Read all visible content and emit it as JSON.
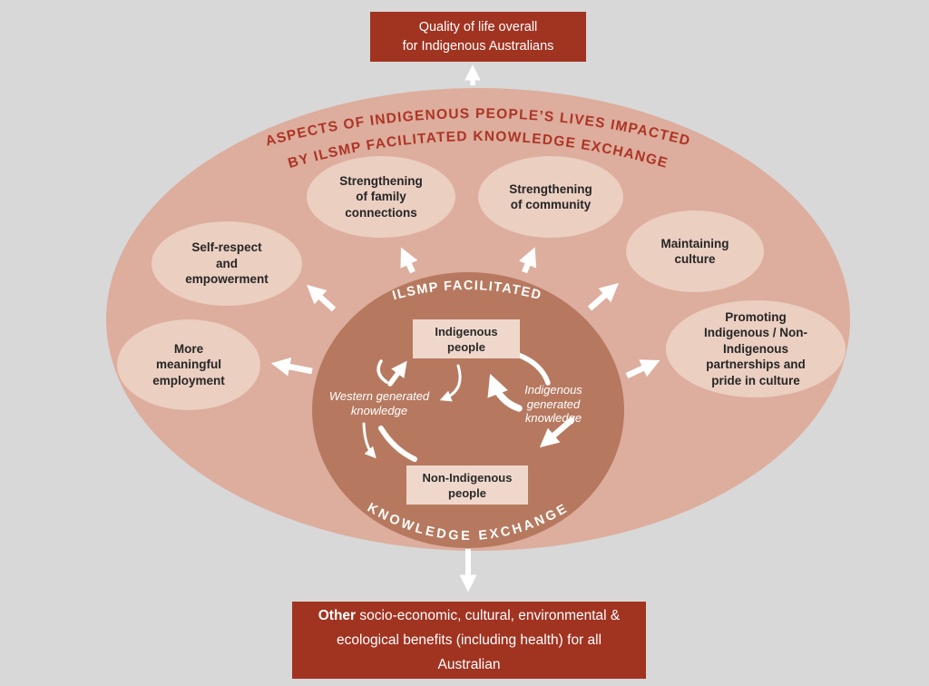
{
  "colors": {
    "background": "#d8d8d8",
    "outer_ellipse": "#ddad9d",
    "inner_circle": "#b6795f",
    "bubble_fill": "#ebcfc1",
    "people_box_fill": "#efd8cb",
    "red_box": "#a13321",
    "title_red": "#ad3425",
    "arrow_white": "#ffffff"
  },
  "top_box": {
    "lines": [
      "Quality of life overall",
      "for Indigenous Australians"
    ]
  },
  "outer_title": {
    "line1": "ASPECTS OF INDIGENOUS PEOPLE’S LIVES IMPACTED",
    "line2": "BY ILSMP FACILITATED KNOWLEDGE EXCHANGE"
  },
  "inner_circle": {
    "arc_top": "ILSMP FACILITATED",
    "arc_bottom": "KNOWLEDGE EXCHANGE",
    "indigenous_box": {
      "lines": [
        "Indigenous",
        "people"
      ]
    },
    "non_indigenous_box": {
      "lines": [
        "Non-Indigenous",
        "people"
      ]
    },
    "western_knowledge": {
      "lines": [
        "Western generated",
        "knowledge"
      ]
    },
    "indigenous_knowledge": {
      "lines": [
        "Indigenous",
        "generated",
        "knowledge"
      ]
    }
  },
  "bubbles": {
    "family": {
      "lines": [
        "Strengthening",
        "of family",
        "connections"
      ]
    },
    "community": {
      "lines": [
        "Strengthening",
        "of community"
      ]
    },
    "self_respect": {
      "lines": [
        "Self-respect",
        "and",
        "empowerment"
      ]
    },
    "maintaining": {
      "lines": [
        "Maintaining",
        "culture"
      ]
    },
    "employment": {
      "lines": [
        "More",
        "meaningful",
        "employment"
      ]
    },
    "promoting": {
      "lines": [
        "Promoting",
        "Indigenous / Non-",
        "Indigenous",
        "partnerships and",
        "pride in culture"
      ]
    }
  },
  "bottom_box": {
    "bold_word": "Other",
    "line1_rest": " socio-economic, cultural, environmental &",
    "line2": "ecological benefits (including health) for all",
    "line3": "Australian"
  }
}
